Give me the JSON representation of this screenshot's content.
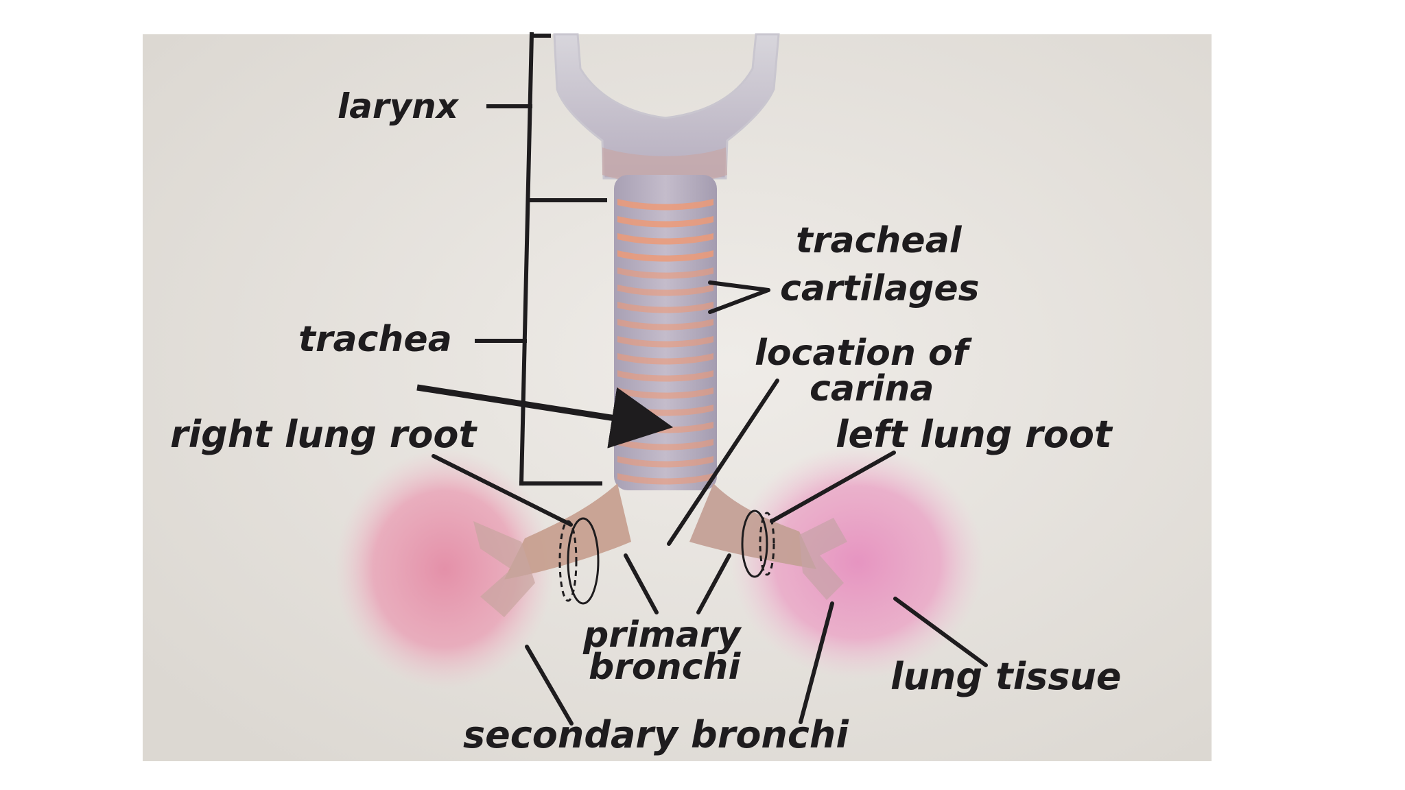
{
  "labels": {
    "larynx": "larynx",
    "tracheal": "tracheal",
    "cartilages": "cartilages",
    "trachea": "trachea",
    "location_of": "location of",
    "carina": "carina",
    "right_lung_root": "right lung root",
    "left_lung_root": "left lung root",
    "primary": "primary",
    "bronchi": "bronchi",
    "lung_tissue": "lung tissue",
    "secondary_bronchi": "secondary bronchi"
  },
  "colors": {
    "background": "#e5e2dd",
    "lung_pink": "#e89ab3",
    "cartilage_orange": "#ec9a78",
    "airway_lavender": "#b8b0c2",
    "ink": "#1e1c1e"
  }
}
